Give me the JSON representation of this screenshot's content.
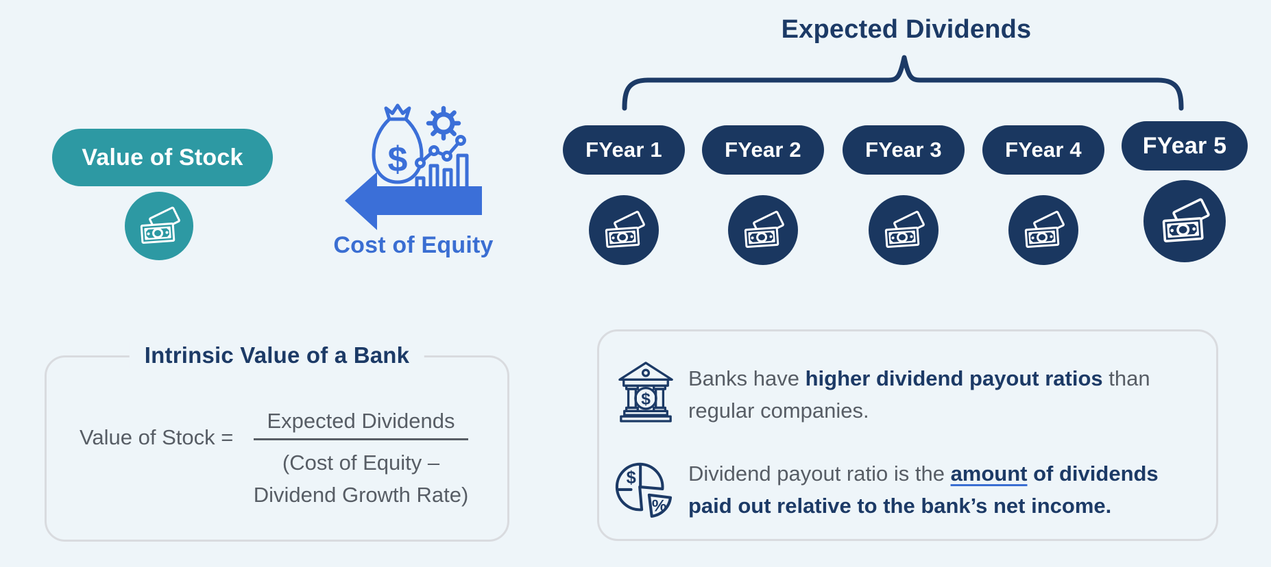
{
  "colors": {
    "background": "#eef5f9",
    "teal": "#2d99a3",
    "navy": "#1a3760",
    "navy_text": "#1c3a66",
    "blue_icon": "#3b6fd8",
    "blue_text": "#3a6ed2",
    "gray_text": "#575d65",
    "box_border": "#d9dbdf"
  },
  "icons": {
    "dollar": "$",
    "percent": "%"
  },
  "left": {
    "value_pill_label": "Value of Stock"
  },
  "center": {
    "cost_label": "Cost of Equity"
  },
  "dividends": {
    "title": "Expected Dividends",
    "years": [
      {
        "label": "FYear 1"
      },
      {
        "label": "FYear 2"
      },
      {
        "label": "FYear 3"
      },
      {
        "label": "FYear 4"
      },
      {
        "label": "FYear 5"
      }
    ]
  },
  "formula_box": {
    "title": "Intrinsic Value of a Bank",
    "lhs": "Value of Stock =",
    "numerator": "Expected Dividends",
    "denominator_line1": "(Cost of Equity –",
    "denominator_line2": "Dividend Growth Rate)"
  },
  "info_box": {
    "items": [
      {
        "seg_normal": "Banks have ",
        "seg_bold": "higher dividend payout ratios",
        "seg_tail": " than regular companies."
      },
      {
        "seg_normal": "Dividend payout ratio is the ",
        "seg_underline": "amount",
        "seg_bold": " of dividends paid out relative to the bank’s net income."
      }
    ]
  }
}
